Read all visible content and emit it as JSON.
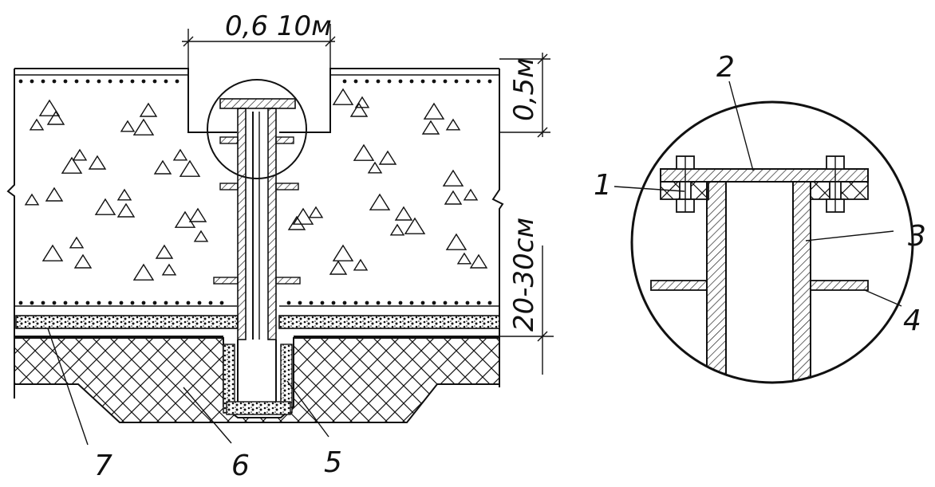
{
  "dimensions": {
    "width_label": "0,6 10м",
    "upper_layer_label": "0,5м",
    "lower_layer_label": "20-30см"
  },
  "callouts": [
    {
      "id": "1"
    },
    {
      "id": "2"
    },
    {
      "id": "3"
    },
    {
      "id": "4"
    },
    {
      "id": "5"
    },
    {
      "id": "6"
    },
    {
      "id": "7"
    }
  ]
}
